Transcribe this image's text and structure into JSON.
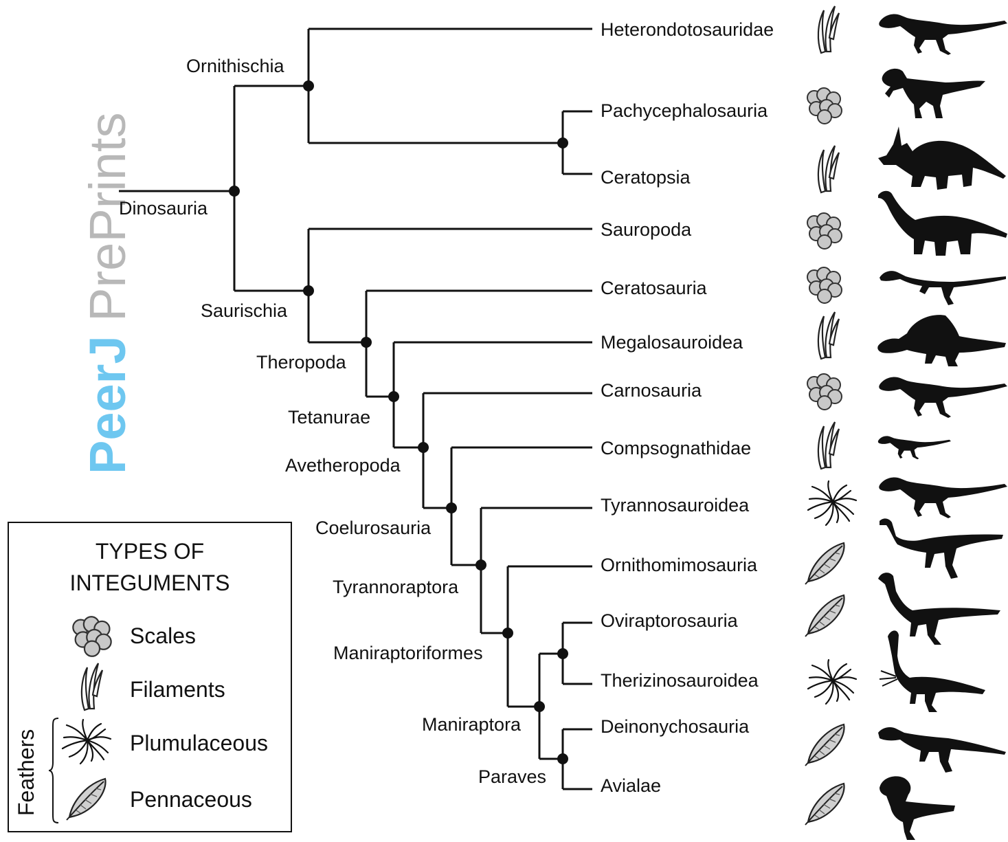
{
  "clades": {
    "dinosauria": "Dinosauria",
    "ornithischia": "Ornithischia",
    "saurischia": "Saurischia",
    "theropoda": "Theropoda",
    "tetanurae": "Tetanurae",
    "avetheropoda": "Avetheropoda",
    "coelurosauria": "Coelurosauria",
    "tyrannoraptora": "Tyrannoraptora",
    "maniraptoriformes": "Maniraptoriformes",
    "maniraptora": "Maniraptora",
    "paraves": "Paraves"
  },
  "taxa": [
    {
      "name": "Heterondotosauridae",
      "integument": "filaments"
    },
    {
      "name": "Pachycephalosauria",
      "integument": "scales"
    },
    {
      "name": "Ceratopsia",
      "integument": "filaments"
    },
    {
      "name": "Sauropoda",
      "integument": "scales"
    },
    {
      "name": "Ceratosauria",
      "integument": "scales"
    },
    {
      "name": "Megalosauroidea",
      "integument": "filaments"
    },
    {
      "name": "Carnosauria",
      "integument": "scales"
    },
    {
      "name": "Compsognathidae",
      "integument": "filaments"
    },
    {
      "name": "Tyrannosauroidea",
      "integument": "plumulaceous"
    },
    {
      "name": "Ornithomimosauria",
      "integument": "pennaceous"
    },
    {
      "name": "Oviraptorosauria",
      "integument": "pennaceous"
    },
    {
      "name": "Therizinosauroidea",
      "integument": "plumulaceous"
    },
    {
      "name": "Deinonychosauria",
      "integument": "pennaceous"
    },
    {
      "name": "Avialae",
      "integument": "pennaceous"
    }
  ],
  "legend": {
    "title_line1": "TYPES OF",
    "title_line2": "INTEGUMENTS",
    "scales": "Scales",
    "filaments": "Filaments",
    "plumulaceous": "Plumulaceous",
    "pennaceous": "Pennaceous",
    "feathers": "Feathers"
  },
  "watermark": {
    "strong": "Peer",
    "j": "J",
    "light": " PrePrints"
  },
  "colors": {
    "line": "#111111",
    "scales_fill": "#c8c8c8",
    "pennaceous_fill": "#d0d0d0",
    "watermark_blue": "#6ec7f0",
    "watermark_gray": "#b8b8b8"
  }
}
